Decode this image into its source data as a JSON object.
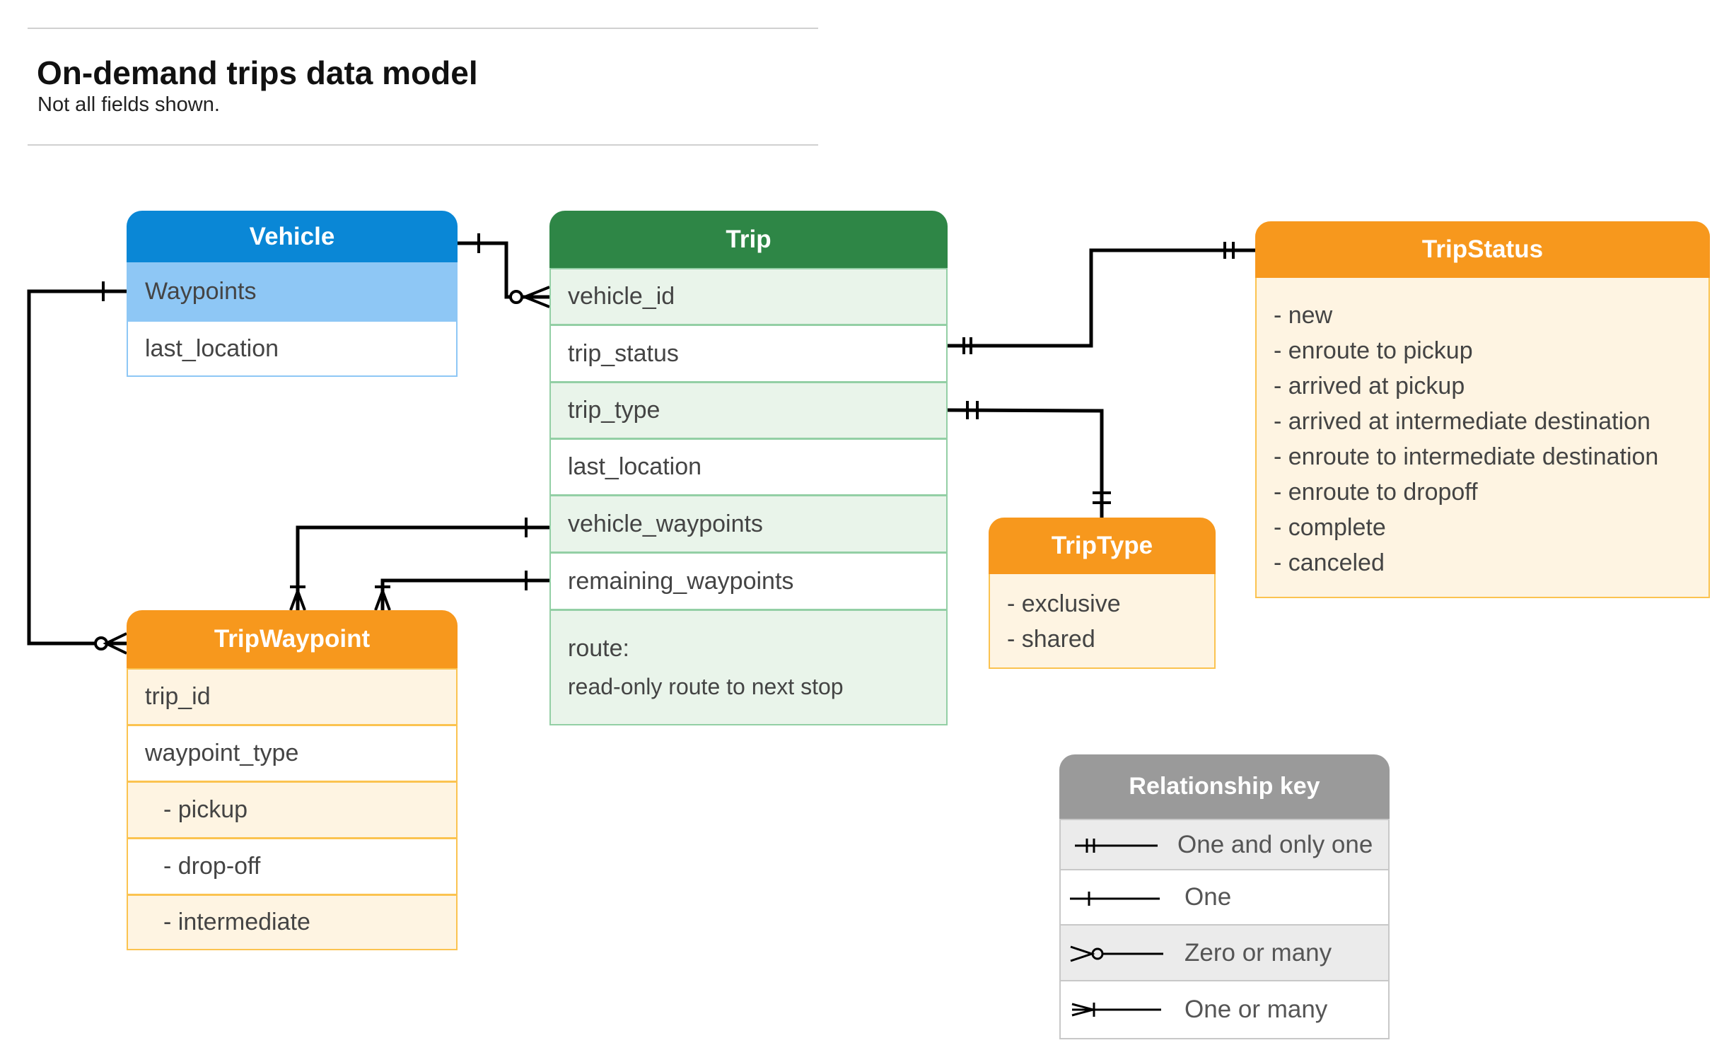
{
  "header": {
    "title": "On-demand trips data model",
    "subtitle": "Not all fields shown."
  },
  "entities": {
    "vehicle": {
      "title": "Vehicle",
      "fields": [
        "Waypoints",
        "last_location"
      ],
      "color": "#0a87d6"
    },
    "trip": {
      "title": "Trip",
      "fields": [
        "vehicle_id",
        "trip_status",
        "trip_type",
        "last_location",
        "vehicle_waypoints",
        "remaining_waypoints"
      ],
      "route_label": "route:",
      "route_desc": "read-only route to next stop",
      "color": "#2e8646"
    },
    "trip_status": {
      "title": "TripStatus",
      "values": [
        "- new",
        "- enroute to pickup",
        "- arrived at pickup",
        "- arrived at intermediate destination",
        "- enroute to intermediate destination",
        "- enroute to dropoff",
        "- complete",
        "- canceled"
      ],
      "color": "#f7981d"
    },
    "trip_type": {
      "title": "TripType",
      "values": [
        "- exclusive",
        "- shared"
      ],
      "color": "#f7981d"
    },
    "trip_waypoint": {
      "title": "TripWaypoint",
      "fields": [
        "trip_id",
        "waypoint_type",
        "- pickup",
        "- drop-off",
        "- intermediate"
      ],
      "color": "#f7981d"
    }
  },
  "relationships": [
    {
      "from": "Vehicle",
      "to": "Trip.vehicle_id",
      "from_card": "one",
      "to_card": "zero-or-many"
    },
    {
      "from": "Vehicle.Waypoints",
      "to": "TripWaypoint",
      "from_card": "one",
      "to_card": "zero-or-many"
    },
    {
      "from": "Trip.trip_status",
      "to": "TripStatus",
      "from_card": "one-and-only-one",
      "to_card": "one-and-only-one"
    },
    {
      "from": "Trip.trip_type",
      "to": "TripType",
      "from_card": "one-and-only-one",
      "to_card": "one-and-only-one"
    },
    {
      "from": "Trip.vehicle_waypoints",
      "to": "TripWaypoint",
      "from_card": "one",
      "to_card": "one-or-many"
    },
    {
      "from": "Trip.remaining_waypoints",
      "to": "TripWaypoint",
      "from_card": "one",
      "to_card": "one-or-many"
    }
  ],
  "key": {
    "title": "Relationship key",
    "items": [
      {
        "symbol": "one-and-only-one",
        "label": "One and only one"
      },
      {
        "symbol": "one",
        "label": "One"
      },
      {
        "symbol": "zero-or-many",
        "label": "Zero or many"
      },
      {
        "symbol": "one-or-many",
        "label": "One or many"
      }
    ]
  }
}
